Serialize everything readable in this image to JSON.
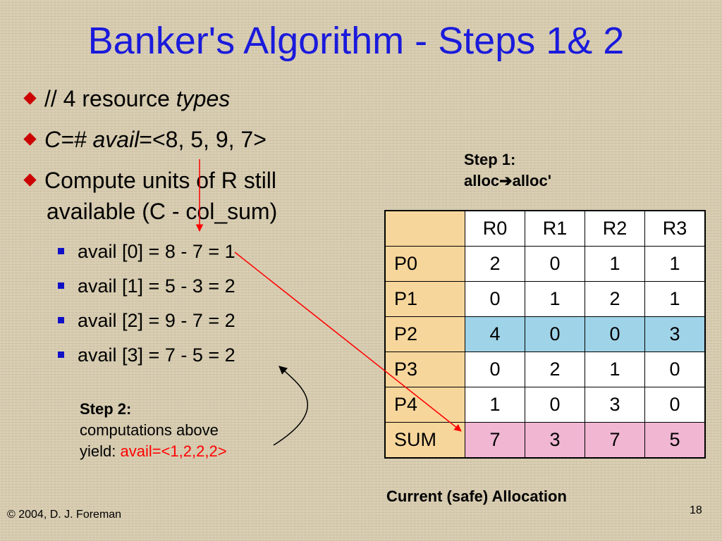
{
  "title": "Banker's Algorithm - Steps 1& 2",
  "bullets": {
    "b1_prefix": "// 4 resource ",
    "b1_italic": "types",
    "b2_italic": "C=# avail",
    "b2_rest": "=<8, 5, 9, 7>",
    "b3_line1": "Compute units of R still",
    "b3_line2": "available (C - col_sum)"
  },
  "sub_bullets": [
    "avail [0] = 8 - 7 = 1",
    "avail [1] = 5 - 3 = 2",
    "avail [2] = 9 - 7 = 2",
    "avail [3] = 7 - 5 = 2"
  ],
  "step1": {
    "label": "Step 1:",
    "from": "alloc",
    "arrow": "➔",
    "to": "alloc'"
  },
  "step2": {
    "label": "Step 2:",
    "line1": "computations above",
    "line2_prefix": "yield: ",
    "line2_value": "avail=<1,2,2,2>"
  },
  "table": {
    "columns": [
      "R0",
      "R1",
      "R2",
      "R3"
    ],
    "rows": [
      {
        "label": "P0",
        "values": [
          "2",
          "0",
          "1",
          "1"
        ]
      },
      {
        "label": "P1",
        "values": [
          "0",
          "1",
          "2",
          "1"
        ]
      },
      {
        "label": "P2",
        "values": [
          "4",
          "0",
          "0",
          "3"
        ]
      },
      {
        "label": "P3",
        "values": [
          "0",
          "2",
          "1",
          "0"
        ]
      },
      {
        "label": "P4",
        "values": [
          "1",
          "0",
          "3",
          "0"
        ]
      },
      {
        "label": "SUM",
        "values": [
          "7",
          "3",
          "7",
          "5"
        ]
      }
    ]
  },
  "caption": "Current (safe) Allocation",
  "footer": "© 2004, D. J. Foreman",
  "page_number": "18",
  "colors": {
    "title": "#1a1adc",
    "bullet_diamond": "#cc0000",
    "sub_bullet_square": "#1010c8",
    "row_header": "#f7d69c",
    "highlight_row": "#9fd3e8",
    "sum_row": "#f0b6d2",
    "annotation_red": "#ff0000"
  }
}
